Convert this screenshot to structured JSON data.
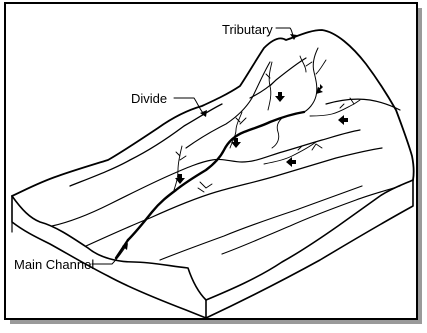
{
  "labels": {
    "tributary": "Tributary",
    "divide": "Divide",
    "main_channel": "Main Channel"
  },
  "icons": [
    "flow-arrow-icon"
  ]
}
